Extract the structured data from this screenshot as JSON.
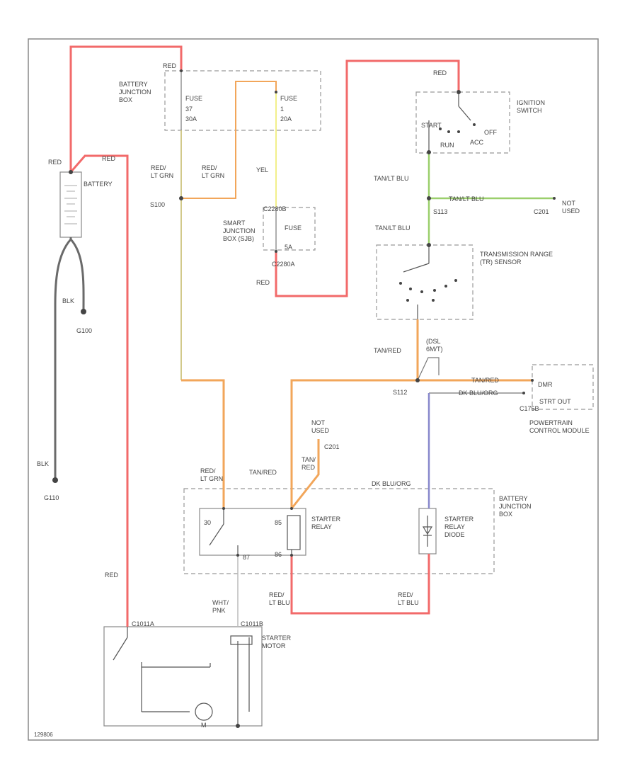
{
  "labels": {
    "red_top_left": "RED",
    "battery_jb": "BATTERY\nJUNCTION\nBOX",
    "fuse1_name": "FUSE",
    "fuse1_num": "37",
    "fuse1_amp": "30A",
    "fuse2_name": "FUSE",
    "fuse2_num": "1",
    "fuse2_amp": "20A",
    "red_battery": "RED",
    "red_battery2": "RED",
    "battery": "BATTERY",
    "red_lt_grn_1": "RED/\nLT GRN",
    "red_lt_grn_2": "RED/\nLT GRN",
    "yel": "YEL",
    "s100": "S100",
    "smart_jb": "SMART\nJUNCTION\nBOX (SJB)",
    "c2280b": "C2280B",
    "fuse3_name": "FUSE",
    "fuse3_amp": "5A",
    "c2280a": "C2280A",
    "red_mid": "RED",
    "red_ign": "RED",
    "ignition_switch": "IGNITION\nSWITCH",
    "start": "START",
    "off": "OFF",
    "run": "RUN",
    "acc": "ACC",
    "tan_lt_blu_1": "TAN/LT BLU",
    "tan_lt_blu_2": "TAN/LT BLU",
    "tan_lt_blu_3": "TAN/LT BLU",
    "s113": "S113",
    "c201": "C201",
    "not_used_1": "NOT\nUSED",
    "trs": "TRANSMISSION RANGE\n(TR) SENSOR",
    "tan_red_1": "TAN/RED",
    "dsl_6m": "(DSL\n6M/T)",
    "s112": "S112",
    "tan_red_2": "TAN/RED",
    "dk_blu_org_1": "DK BLU/ORG",
    "c175b": "C175B",
    "pcm_pin": "DMR",
    "strt_out": "STRT OUT",
    "pcm": "POWERTRAIN\nCONTROL MODULE",
    "not_used_2": "NOT\nUSED",
    "c201b": "C201",
    "tan_red_3": "TAN/RED",
    "tan_red_4": "TAN/\nRED",
    "red_lt_grn_3": "RED/\nLT GRN",
    "dk_blu_org_2": "DK BLU/ORG",
    "battery_jb2": "BATTERY\nJUNCTION\nBOX",
    "starter_relay": "STARTER\nRELAY",
    "starter_relay_diode": "STARTER\nRELAY\nDIODE",
    "pin30": "30",
    "pin85": "85",
    "pin86": "86",
    "pin87": "87",
    "red_lt_blu_1": "RED/\nLT BLU",
    "red_lt_blu_2": "RED/\nLT BLU",
    "blk": "BLK",
    "g100": "G100",
    "blk2": "BLK",
    "g110": "G110",
    "red_starter": "RED",
    "c1011a": "C1011A",
    "c1011b": "C1011B",
    "wht_pnk": "WHT/\nPNK",
    "starter_motor": "STARTER\nMOTOR",
    "m": "M",
    "footer_code": "129806"
  },
  "colors": {
    "red": "#f26a6a",
    "yellow": "#f2ef8a",
    "green": "#9bcf6c",
    "orange": "#f2a65a",
    "blue": "#8888cc",
    "black": "#6a6a6a"
  }
}
